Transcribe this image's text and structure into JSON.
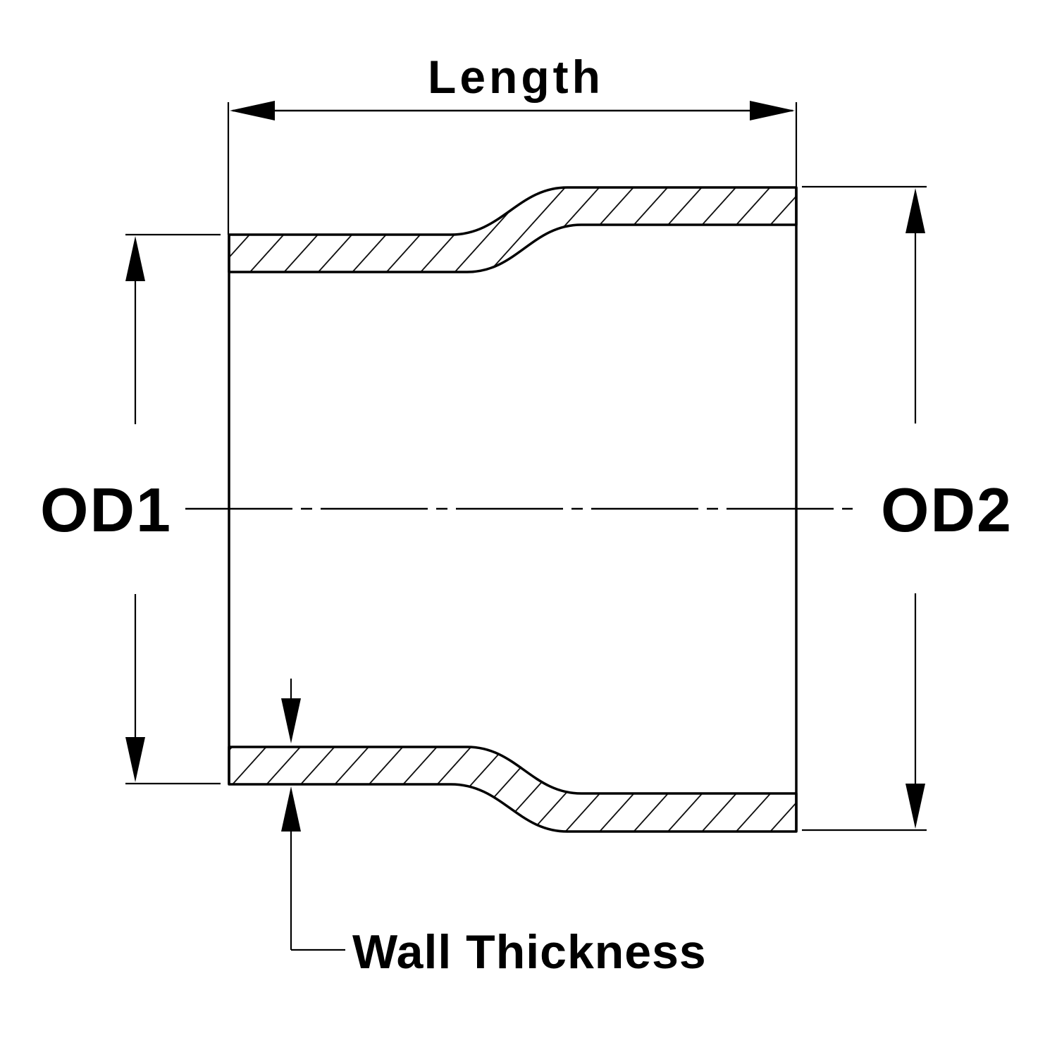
{
  "diagram": {
    "title_semantic": "pipe-reducer-cross-section",
    "labels": {
      "length": "Length",
      "od1": "OD1",
      "od2": "OD2",
      "wall_thickness": "Wall Thickness"
    },
    "colors": {
      "line": "#000000",
      "background": "#ffffff"
    }
  }
}
